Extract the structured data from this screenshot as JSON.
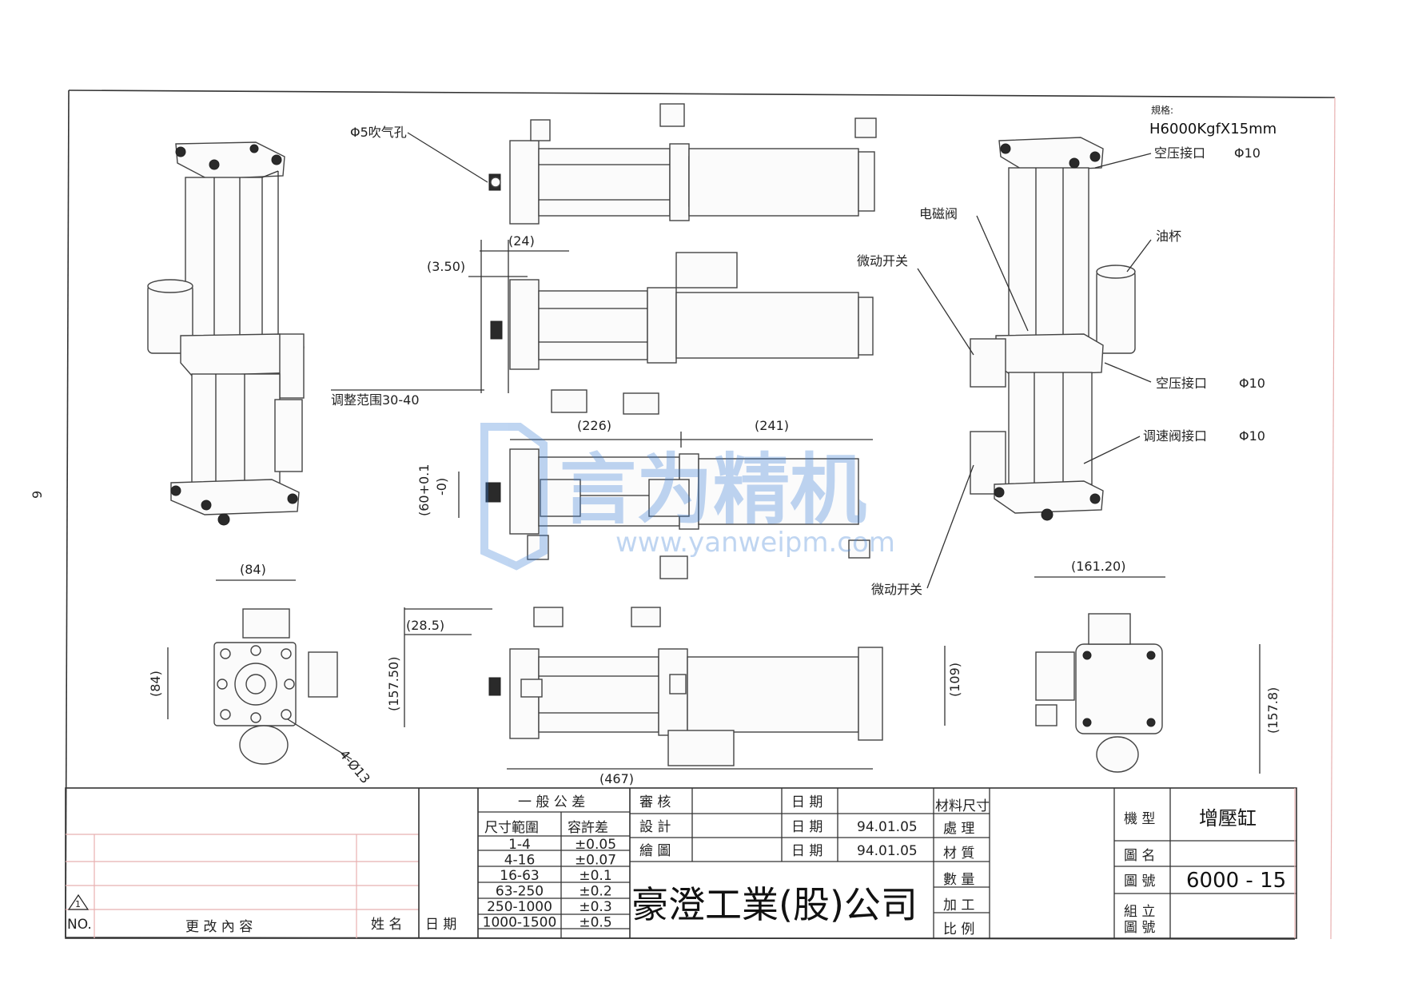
{
  "drawing": {
    "spec_label": "規格:",
    "spec_value": "H6000KgfX15mm",
    "page_number": "9",
    "watermark": {
      "brand": "言为精机",
      "url": "www.yanweipm.com",
      "color": "#3b7fd6"
    }
  },
  "callouts": {
    "blow_hole": "Φ5吹气孔",
    "adjust_range": "调整范围30-40",
    "air_port_top": "空压接口",
    "air_port_top_size": "Φ10",
    "solenoid": "电磁阀",
    "oil_cup": "油杯",
    "micro_switch_upper": "微动开关",
    "air_port_mid": "空压接口",
    "air_port_mid_size": "Φ10",
    "speed_valve_port": "调速阀接口",
    "speed_valve_size": "Φ10",
    "micro_switch_lower": "微动开关"
  },
  "dimensions": {
    "d24": "(24)",
    "d350": "(3.50)",
    "d226": "(226)",
    "d241": "(241)",
    "d60": "(60+0.1",
    "d60b": "-0)",
    "d84w": "(84)",
    "d84h": "(84)",
    "holes": "4-Ø13",
    "d285": "(28.5)",
    "d1575": "(157.50)",
    "d109": "(109)",
    "d467": "(467)",
    "d1612": "(161.20)",
    "d1578": "(157.8)"
  },
  "title_block": {
    "tolerance_title": "一 般 公 差",
    "col_range": "尺寸範圍",
    "col_tol": "容許差",
    "tolerances": [
      {
        "range": "1-4",
        "tol": "±0.05"
      },
      {
        "range": "4-16",
        "tol": "±0.07"
      },
      {
        "range": "16-63",
        "tol": "±0.1"
      },
      {
        "range": "63-250",
        "tol": "±0.2"
      },
      {
        "range": "250-1000",
        "tol": "±0.3"
      },
      {
        "range": "1000-1500",
        "tol": "±0.5"
      }
    ],
    "review_label": "審 核",
    "design_label": "設 計",
    "drawing_label": "繪 圖",
    "date_label": "日 期",
    "design_date": "94.01.05",
    "drawing_date": "94.01.05",
    "material_size": "材料尺寸",
    "treatment": "處 理",
    "material": "材 質",
    "quantity": "數 量",
    "machining": "加 工",
    "scale": "比 例",
    "company": "豪澄工業(股)公司",
    "model_label": "機 型",
    "model_value": "增壓缸",
    "name_label": "圖 名",
    "number_label": "圖 號",
    "number_value": "6000 - 15",
    "assembly_label_1": "組 立",
    "assembly_label_2": "圖 號",
    "rev_symbol": "1",
    "rev_no": "NO.",
    "rev_content": "更 改 內 容",
    "rev_name": "姓 名",
    "rev_date": "日 期"
  }
}
